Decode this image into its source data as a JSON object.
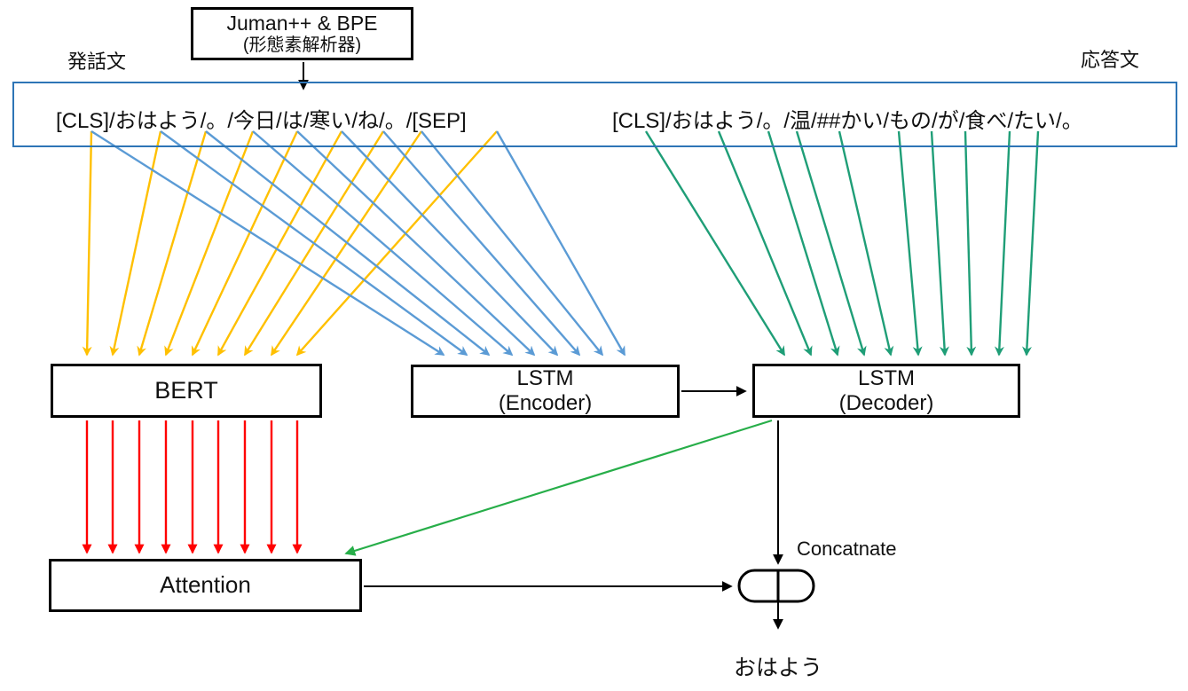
{
  "colors": {
    "arrow-yellow": "#FFC000",
    "arrow-blue": "#5B9BD5",
    "arrow-green": "#1F9E77",
    "arrow-green-bright": "#27AE49",
    "arrow-red": "#FF0000",
    "arrow-black": "#000000",
    "token-box-border": "#2E75B6",
    "block-border": "#000000"
  },
  "tokenizer": {
    "line1": "Juman++ & BPE",
    "line2": "(形態素解析器)"
  },
  "section_labels": {
    "utterance": "発話文",
    "response": "応答文"
  },
  "tokens": {
    "utterance": "[CLS]/おはよう/。/今日/は/寒い/ね/。/[SEP]",
    "response": "[CLS]/おはよう/。/温/##かい/もの/が/食べ/たい/。"
  },
  "blocks": {
    "bert": {
      "label": "BERT"
    },
    "encoder": {
      "line1": "LSTM",
      "line2": "(Encoder)"
    },
    "decoder": {
      "line1": "LSTM",
      "line2": "(Decoder)"
    },
    "attention": {
      "label": "Attention"
    }
  },
  "concat": {
    "label": "Concatnate"
  },
  "output": {
    "text": "おはよう"
  }
}
